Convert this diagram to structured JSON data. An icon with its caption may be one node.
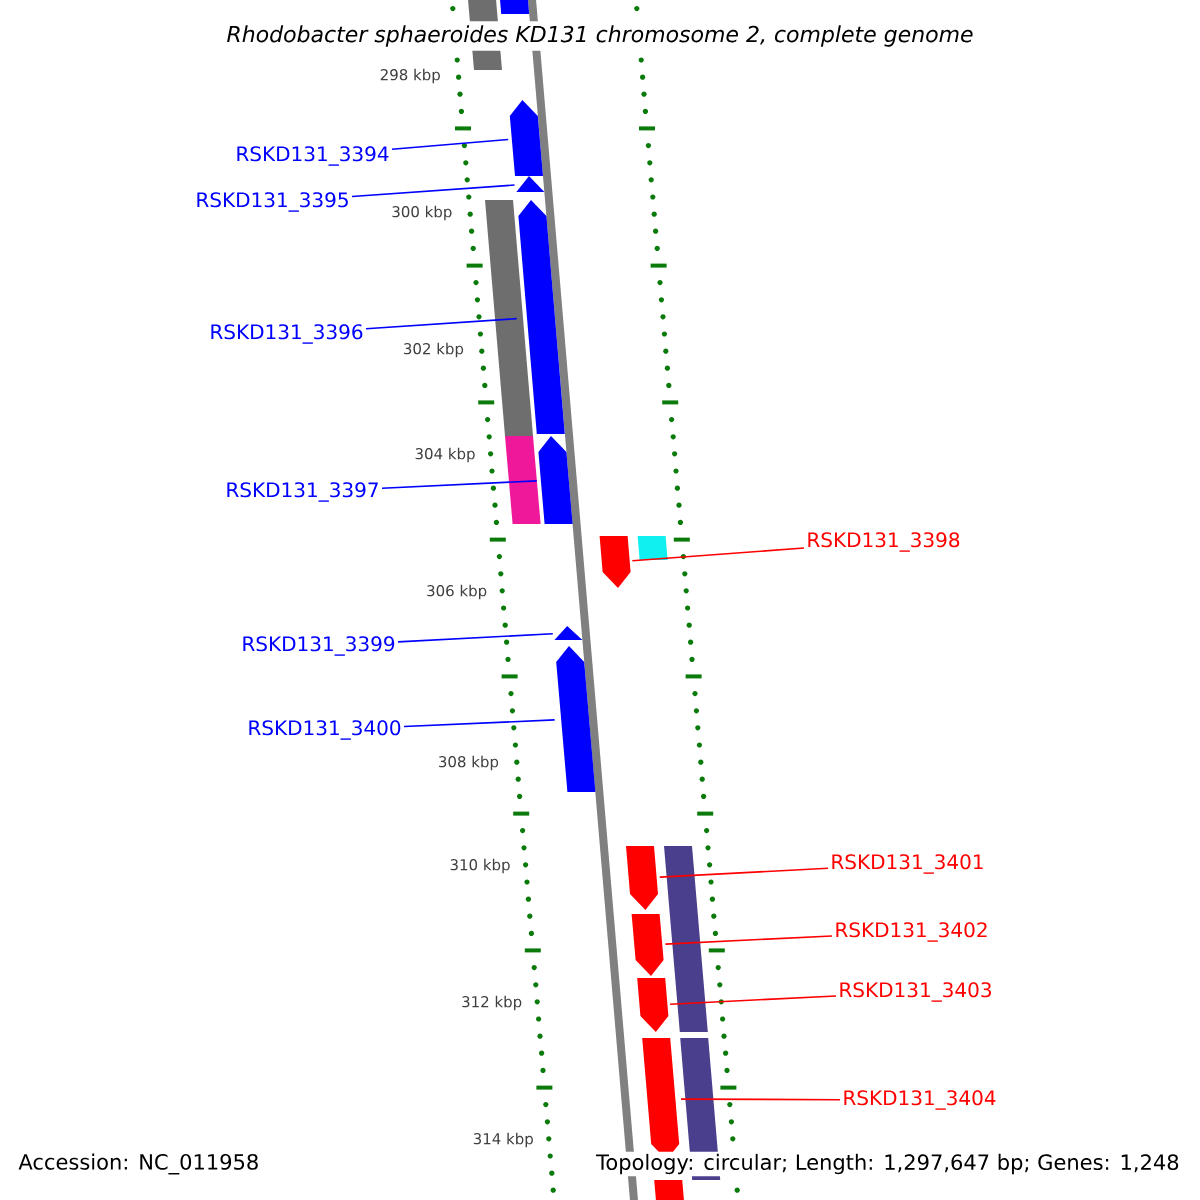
{
  "diagram": {
    "title": "Rhodobacter sphaeroides KD131 chromosome 2, complete genome",
    "nodes": [
      {
        "text": [
          "RSKD131_3394"
        ]
      },
      {
        "text": [],
        "shape": "arrow"
      },
      {
        "text": [
          "RSKD131_3395"
        ]
      },
      {
        "text": [],
        "shape": "arrow"
      },
      {
        "text": [
          "RSKD131_3396"
        ]
      },
      {
        "text": [],
        "shape": "arrow"
      },
      {
        "text": [
          "RSKD131_3397"
        ]
      },
      {
        "text": [],
        "shape": "arrow"
      },
      {
        "text": [
          "RSKD131_3398"
        ]
      },
      {
        "text": [],
        "shape": "arrow"
      },
      {
        "text": [
          "RSKD131_3399"
        ]
      },
      {
        "text": [],
        "shape": "arrow"
      },
      {
        "text": [
          "RSKD131_3400"
        ]
      },
      {
        "text": [],
        "shape": "arrow"
      },
      {
        "text": [
          "RSKD131_3401"
        ]
      },
      {
        "text": [],
        "shape": "arrow"
      },
      {
        "text": [
          "RSKD131_3402"
        ]
      },
      {
        "text": [],
        "shape": "arrow"
      },
      {
        "text": [
          "RSKD131_3403"
        ]
      },
      {
        "text": [],
        "shape": "arrow"
      },
      {
        "text": [
          "RSKD131_3404"
        ]
      },
      {
        "text": [],
        "shape": "arrow"
      },
      {
        "text": [],
        "shape": "bar"
      },
      {
        "text": [],
        "shape": "bar"
      },
      {
        "text": [],
        "shape": "bar"
      },
      {
        "text": [],
        "shape": "bar"
      },
      {
        "text": [],
        "shape": "bar"
      },
      {
        "text": [],
        "shape": "bar"
      },
      {
        "text": [],
        "shape": "bar"
      },
      {
        "text": [],
        "shape": "bar"
      }
    ],
    "edges": [
      {
        "from": 0,
        "to": 1,
        "arrow": "none"
      },
      {
        "from": 2,
        "to": 3,
        "arrow": "none"
      },
      {
        "from": 4,
        "to": 5,
        "arrow": "none"
      },
      {
        "from": 6,
        "to": 7,
        "arrow": "none"
      },
      {
        "from": 8,
        "to": 9,
        "arrow": "none",
        "color": "#ff0000"
      },
      {
        "from": 10,
        "to": 11,
        "arrow": "none"
      },
      {
        "from": 12,
        "to": 13,
        "arrow": "none"
      },
      {
        "from": 14,
        "to": 15,
        "arrow": "none",
        "color": "#ff0000"
      },
      {
        "from": 16,
        "to": 17,
        "arrow": "none",
        "color": "#ff0000"
      },
      {
        "from": 18,
        "to": 19,
        "arrow": "none",
        "color": "#ff0000"
      },
      {
        "from": 20,
        "to": 21,
        "arrow": "none",
        "color": "#ff0000"
      }
    ],
    "labels": [
      "298 kbp",
      "300 kbp",
      "302 kbp",
      "304 kbp",
      "306 kbp",
      "308 kbp",
      "310 kbp",
      "312 kbp",
      "314 kbp",
      "Accession: NC_011958",
      "Topology: circular; Length: 1,297,647 bp; Genes: 1,248"
    ]
  }
}
